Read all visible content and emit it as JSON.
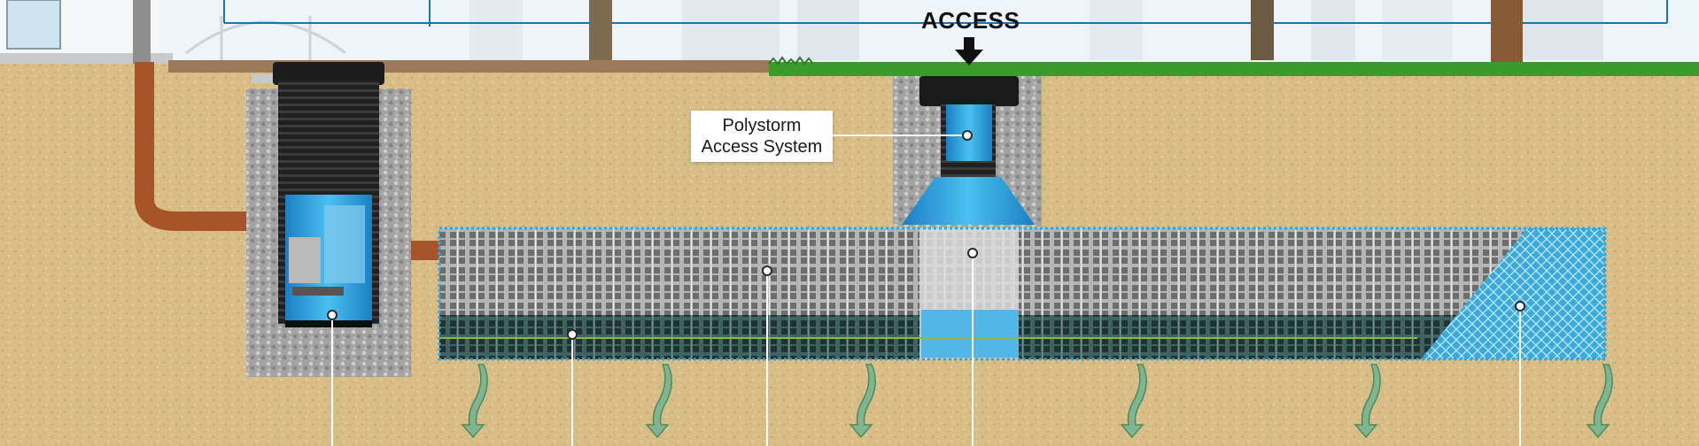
{
  "access_label": "ACCESS",
  "callout": {
    "line1": "Polystorm",
    "line2": "Access System"
  },
  "colors": {
    "sky": "#eef4f8",
    "soil": "#d8bd86",
    "gravel": "#9a9a9a",
    "pipe": "#a8542a",
    "chamber_black": "#1c1c1c",
    "accent_blue": "#2fa6e0",
    "grass": "#3a9a2a",
    "crate_gray": "#8a8a8a",
    "crate_dark": "#2e4a4a",
    "geotextile": "#39a9dd"
  },
  "icons": [
    "down-arrow-icon",
    "callout-marker-icon",
    "infiltration-arrow-icon"
  ]
}
